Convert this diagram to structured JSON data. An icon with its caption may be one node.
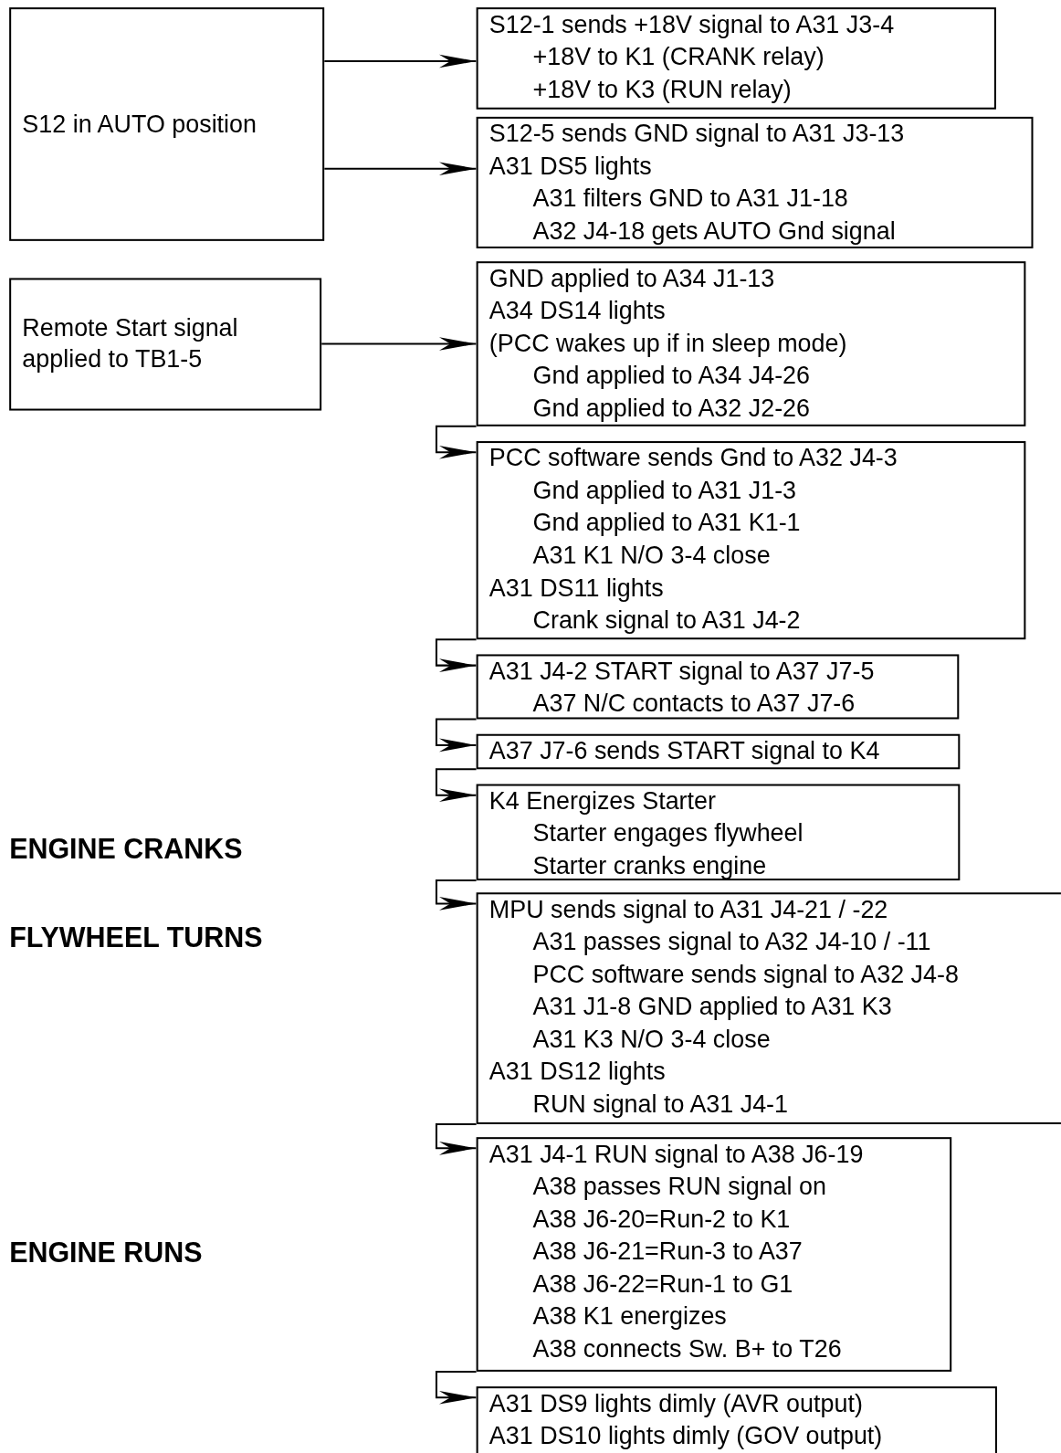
{
  "diagram": {
    "nodes": [
      {
        "text": [
          "S12 in AUTO position"
        ]
      },
      {
        "text": [
          "S12-1 sends +18V signal to A31 J3-4",
          "+18V to K1 (CRANK relay)",
          "+18V to K3 (RUN relay)"
        ]
      },
      {
        "text": [
          "S12-5 sends GND signal to A31 J3-13",
          "A31 DS5 lights",
          "A31 filters GND to A31 J1-18",
          "A32 J4-18 gets AUTO Gnd signal"
        ]
      },
      {
        "text": [
          "Remote Start signal applied to TB1-5"
        ]
      },
      {
        "text": [
          "GND applied to A34 J1-13",
          "A34 DS14 lights",
          "(PCC wakes up if in sleep mode)",
          "Gnd applied to A34 J4-26",
          "Gnd applied to A32 J2-26"
        ]
      },
      {
        "text": [
          "PCC software sends Gnd to A32 J4-3",
          "Gnd applied to A31 J1-3",
          "Gnd applied to A31 K1-1",
          "A31 K1 N/O 3-4 close",
          "A31 DS11 lights",
          "Crank signal to A31 J4-2"
        ]
      },
      {
        "text": [
          "A31 J4-2 START signal to A37 J7-5",
          "A37 N/C contacts to A37 J7-6"
        ]
      },
      {
        "text": [
          "A37 J7-6 sends START signal to K4"
        ]
      },
      {
        "text": [
          "K4 Energizes Starter",
          "Starter engages flywheel",
          "Starter cranks engine"
        ]
      },
      {
        "text": [
          "MPU sends signal to A31 J4-21 / -22",
          "A31 passes signal to A32 J4-10 / -11",
          "PCC software sends signal to A32 J4-8",
          "A31 J1-8 GND applied to A31 K3",
          "A31 K3 N/O 3-4 close",
          "A31 DS12 lights",
          "RUN signal to A31 J4-1"
        ]
      },
      {
        "text": [
          "A31 J4-1 RUN signal to A38 J6-19",
          "A38 passes RUN signal on",
          "A38 J6-20=Run-2 to K1",
          "A38 J6-21=Run-3 to A37",
          "A38 J6-22=Run-1 to G1",
          "A38 K1 energizes",
          "A38 connects Sw. B+ to T26"
        ]
      },
      {
        "text": [
          "A31 DS9 lights dimly (AVR output)",
          "A31 DS10 lights dimly (GOV output)"
        ]
      }
    ],
    "edges": [
      {
        "from": 0,
        "to": 1,
        "arrow": "to"
      },
      {
        "from": 0,
        "to": 2,
        "arrow": "to"
      },
      {
        "from": 3,
        "to": 4,
        "arrow": "to"
      },
      {
        "from": 4,
        "to": 5,
        "arrow": "to"
      },
      {
        "from": 5,
        "to": 6,
        "arrow": "to"
      },
      {
        "from": 6,
        "to": 7,
        "arrow": "to"
      },
      {
        "from": 7,
        "to": 8,
        "arrow": "to"
      },
      {
        "from": 8,
        "to": 9,
        "arrow": "to"
      },
      {
        "from": 9,
        "to": 10,
        "arrow": "to"
      },
      {
        "from": 10,
        "to": 11,
        "arrow": "to"
      }
    ],
    "labels": [
      "ENGINE CRANKS",
      "FLYWHEEL TURNS",
      "ENGINE RUNS"
    ]
  }
}
